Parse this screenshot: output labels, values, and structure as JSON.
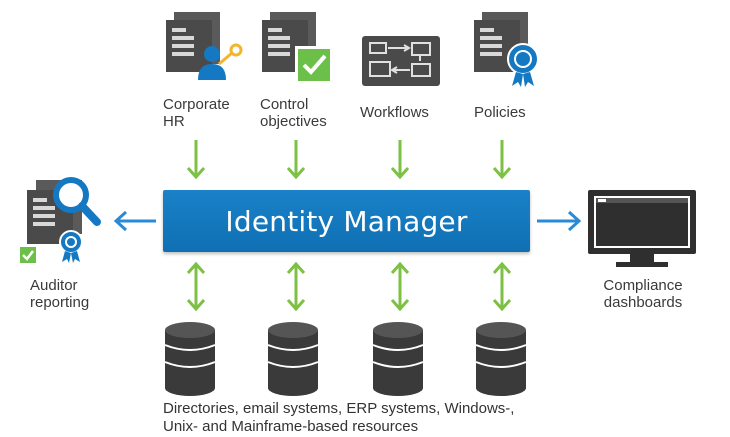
{
  "inputs": [
    {
      "line1": "Corporate",
      "line2": "HR",
      "icon": "corporate-hr-icon"
    },
    {
      "line1": "Control",
      "line2": "objectives",
      "icon": "control-objectives-icon"
    },
    {
      "line1": "Workflows",
      "line2": "",
      "icon": "workflows-icon"
    },
    {
      "line1": "Policies",
      "line2": "",
      "icon": "policies-icon"
    }
  ],
  "center": {
    "title": "Identity Manager"
  },
  "left_output": {
    "line1": "Auditor",
    "line2": "reporting",
    "icon": "auditor-reporting-icon"
  },
  "right_output": {
    "line1": "Compliance",
    "line2": "dashboards",
    "icon": "monitor-icon"
  },
  "resources": {
    "line1": "Directories, email systems, ERP systems, Windows-,",
    "line2": "Unix- and Mainframe-based resources"
  },
  "colors": {
    "primary_blue": "#1479c2",
    "arrow_green": "#7cc143",
    "arrow_blue": "#2a8ad6",
    "icon_dark": "#4a4a4a",
    "check_green": "#6cc04a"
  }
}
